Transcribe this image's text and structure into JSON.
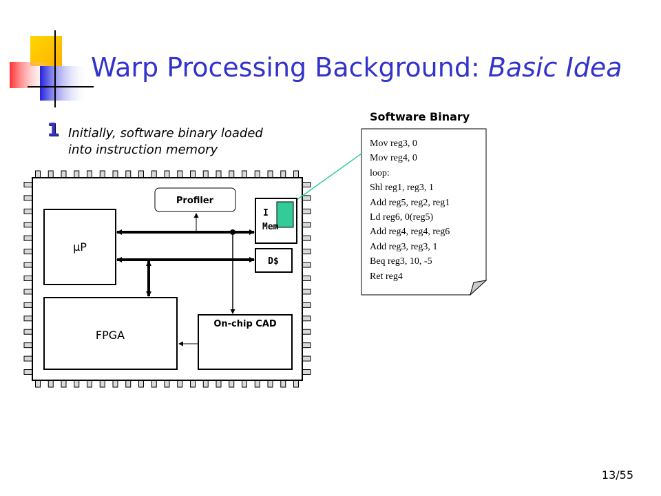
{
  "title": {
    "main": "Warp Processing Background: ",
    "emphasis": "Basic Idea"
  },
  "step": {
    "number": "1",
    "text": "Initially, software binary loaded into instruction memory"
  },
  "software_binary": {
    "title": "Software Binary",
    "code": [
      "Mov reg3, 0",
      "Mov reg4, 0",
      "loop:",
      "Shl reg1, reg3, 1",
      "Add reg5, reg2, reg1",
      "Ld reg6, 0(reg5)",
      "Add reg4, reg4, reg6",
      "Add reg3, reg3, 1",
      "Beq reg3, 10, -5",
      "Ret reg4"
    ]
  },
  "chip": {
    "profiler": "Profiler",
    "imem_line1": "I",
    "imem_line2": "Mem",
    "dcache": "D$",
    "up": "µP",
    "fpga": "FPGA",
    "cad": "On-chip CAD"
  },
  "colors": {
    "title": "#3333cc",
    "highlight": "#33cc99",
    "link": "#33cc99"
  },
  "page_number": "13/55"
}
